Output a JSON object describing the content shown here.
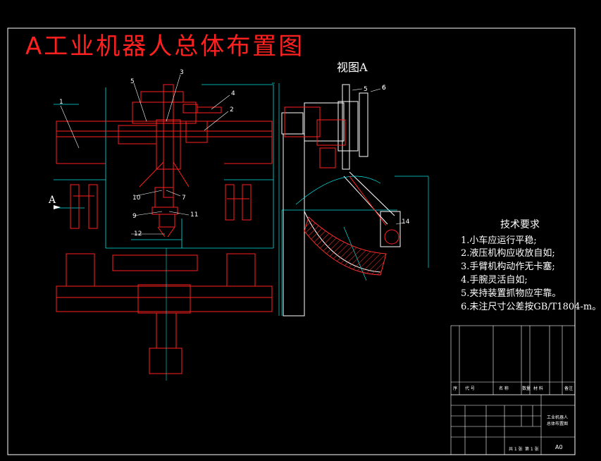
{
  "title": "A工业机器人总体布置图",
  "view_label": "视图A",
  "arrow_label": "A",
  "part_numbers": [
    "1",
    "2",
    "3",
    "4",
    "5",
    "6",
    "7",
    "9",
    "10",
    "11",
    "12",
    "14",
    "5",
    "6"
  ],
  "requirements": {
    "heading": "技术要求",
    "items": [
      "1.小车应运行平稳;",
      "2.液压机构应收放自如;",
      "3.手臂机构动作无卡塞;",
      "4.手腕灵活自如;",
      "5.夹持装置抓物应牢靠。",
      "6.未注尺寸公差按GB/T1804-m。"
    ]
  },
  "title_block": {
    "header": [
      "序",
      "代 号",
      "名 称",
      "数量",
      "材 料",
      "备注"
    ],
    "drawing_name": "工业机器人\n总体布置图",
    "sheet_size": "A0",
    "sheets": "共 1 张",
    "sheet_no": "第 1 张"
  },
  "colors": {
    "background": "#000000",
    "title": "#ff2020",
    "part_lines": "#ff2020",
    "dimension": "#00e5e5",
    "text": "#ffffff",
    "hatch": "#ff3030"
  }
}
